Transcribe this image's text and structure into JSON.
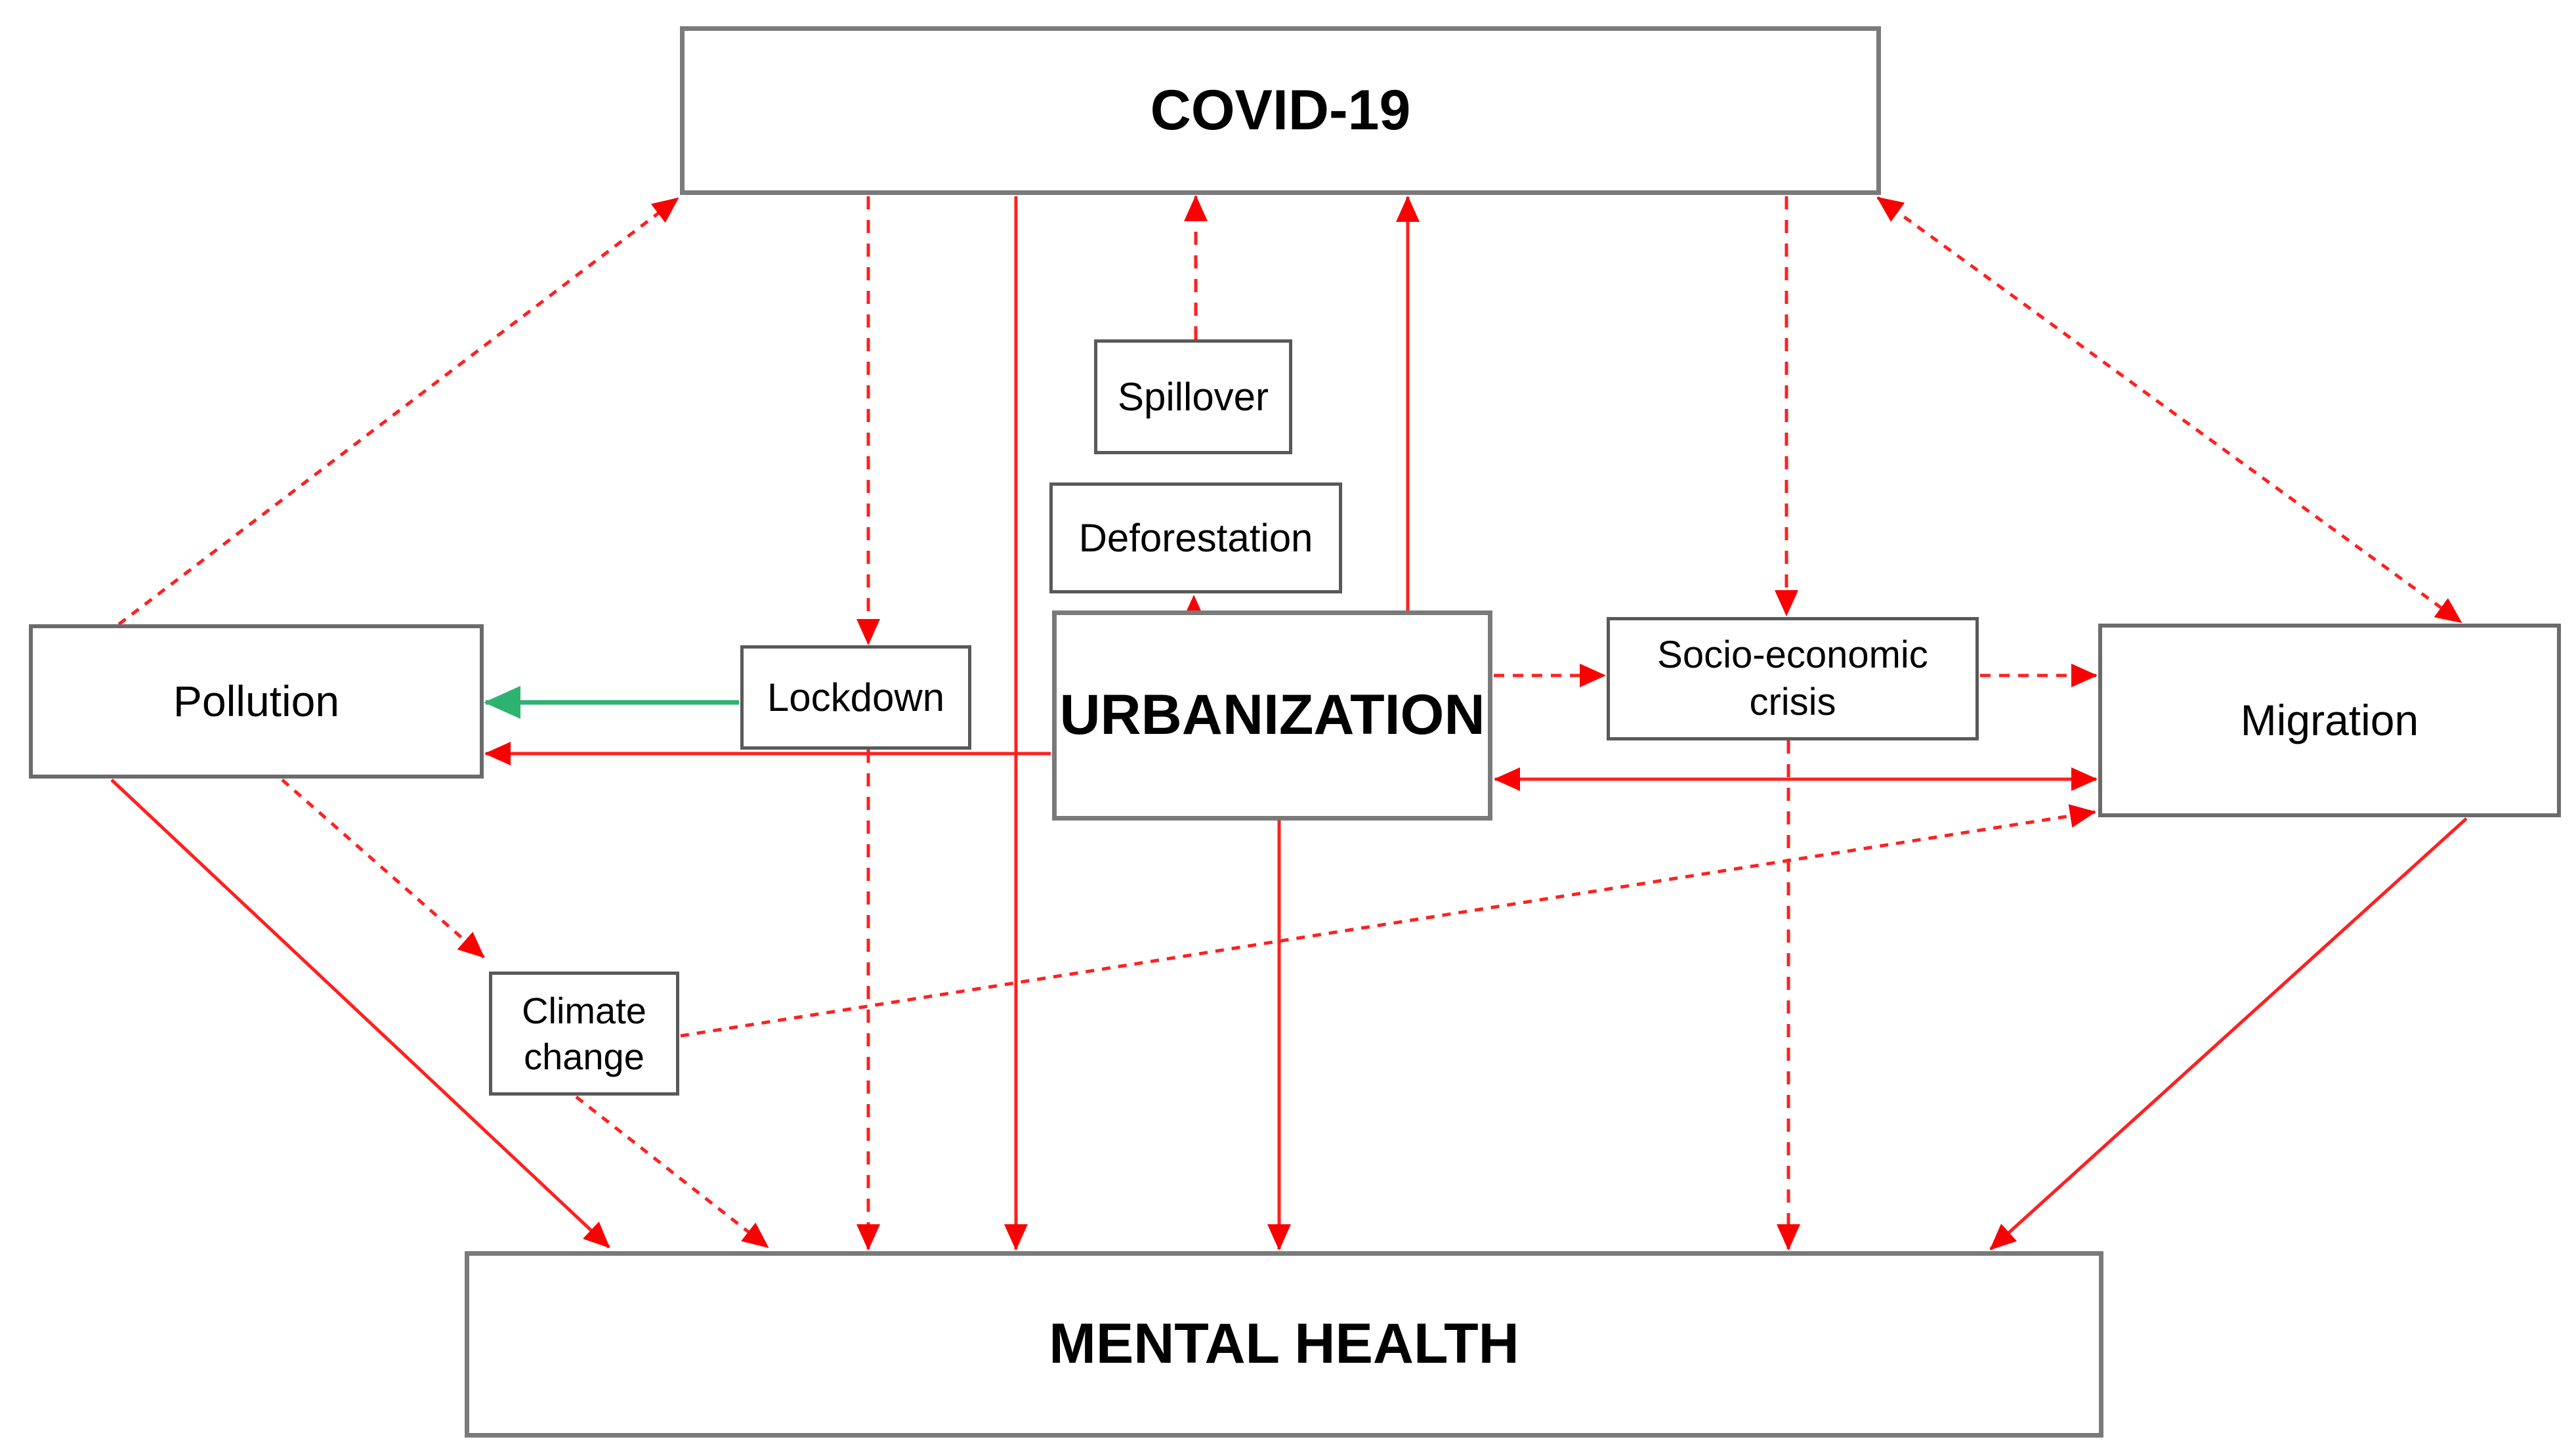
{
  "nodes": {
    "covid": {
      "label": "COVID-19"
    },
    "spillover": {
      "label": "Spillover"
    },
    "deforestation": {
      "label": "Deforestation"
    },
    "urbanization": {
      "label": "URBANIZATION"
    },
    "lockdown": {
      "label": "Lockdown"
    },
    "pollution": {
      "label": "Pollution"
    },
    "socio": {
      "label": "Socio-economic crisis"
    },
    "migration": {
      "label": "Migration"
    },
    "climate": {
      "label": "Climate change"
    },
    "mental": {
      "label": "MENTAL HEALTH"
    }
  },
  "colors": {
    "arrow_red": "#ff2020",
    "arrowhead_red": "#fa0000",
    "arrow_green": "#2eb271",
    "box_border": "#6b6b6b",
    "text": "#000000",
    "background": "#ffffff"
  },
  "edges": [
    {
      "id": "pollution-covid",
      "from": "pollution",
      "to": "covid",
      "line": "dashed",
      "color": "red",
      "arrow_start": false,
      "arrow_end": true
    },
    {
      "id": "covid-migration",
      "from": "covid",
      "to": "migration",
      "line": "dashed",
      "color": "red",
      "arrow_start": true,
      "arrow_end": true
    },
    {
      "id": "spillover-covid",
      "from": "spillover",
      "to": "covid",
      "line": "dashed",
      "color": "red",
      "arrow_start": false,
      "arrow_end": true
    },
    {
      "id": "urbanization-deforestation",
      "from": "urbanization",
      "to": "deforestation",
      "line": "dashed",
      "color": "red",
      "arrow_start": false,
      "arrow_end": true
    },
    {
      "id": "urbanization-covid",
      "from": "urbanization",
      "to": "covid",
      "line": "solid",
      "color": "red",
      "arrow_start": false,
      "arrow_end": true
    },
    {
      "id": "covid-lockdown",
      "from": "covid",
      "to": "lockdown",
      "line": "dashed",
      "color": "red",
      "arrow_start": false,
      "arrow_end": true
    },
    {
      "id": "lockdown-mental",
      "from": "lockdown",
      "to": "mental",
      "line": "dashed",
      "color": "red",
      "arrow_start": false,
      "arrow_end": true
    },
    {
      "id": "covid-mental",
      "from": "covid",
      "to": "mental",
      "line": "solid",
      "color": "red",
      "arrow_start": false,
      "arrow_end": true
    },
    {
      "id": "covid-socio",
      "from": "covid",
      "to": "socio",
      "line": "dashed",
      "color": "red",
      "arrow_start": false,
      "arrow_end": true
    },
    {
      "id": "socio-mental",
      "from": "socio",
      "to": "mental",
      "line": "dashed",
      "color": "red",
      "arrow_start": false,
      "arrow_end": true
    },
    {
      "id": "urbanization-mental",
      "from": "urbanization",
      "to": "mental",
      "line": "solid",
      "color": "red",
      "arrow_start": false,
      "arrow_end": true
    },
    {
      "id": "urbanization-socio",
      "from": "urbanization",
      "to": "socio",
      "line": "dashed",
      "color": "red",
      "arrow_start": false,
      "arrow_end": true
    },
    {
      "id": "socio-migration",
      "from": "socio",
      "to": "migration",
      "line": "dashed",
      "color": "red",
      "arrow_start": false,
      "arrow_end": true
    },
    {
      "id": "migration-urbanization",
      "from": "migration",
      "to": "urbanization",
      "line": "solid",
      "color": "red",
      "arrow_start": true,
      "arrow_end": true
    },
    {
      "id": "urbanization-pollution",
      "from": "urbanization",
      "to": "pollution",
      "line": "solid",
      "color": "red",
      "arrow_start": false,
      "arrow_end": true
    },
    {
      "id": "lockdown-pollution",
      "from": "lockdown",
      "to": "pollution",
      "line": "solid",
      "color": "green",
      "arrow_start": false,
      "arrow_end": true
    },
    {
      "id": "pollution-climate",
      "from": "pollution",
      "to": "climate",
      "line": "dashed",
      "color": "red",
      "arrow_start": false,
      "arrow_end": true
    },
    {
      "id": "pollution-mental",
      "from": "pollution",
      "to": "mental",
      "line": "solid",
      "color": "red",
      "arrow_start": false,
      "arrow_end": true
    },
    {
      "id": "climate-mental",
      "from": "climate",
      "to": "mental",
      "line": "dashed",
      "color": "red",
      "arrow_start": false,
      "arrow_end": true
    },
    {
      "id": "climate-migration",
      "from": "climate",
      "to": "migration",
      "line": "dashed",
      "color": "red",
      "arrow_start": false,
      "arrow_end": true
    },
    {
      "id": "migration-mental",
      "from": "migration",
      "to": "mental",
      "line": "solid",
      "color": "red",
      "arrow_start": false,
      "arrow_end": true
    }
  ]
}
